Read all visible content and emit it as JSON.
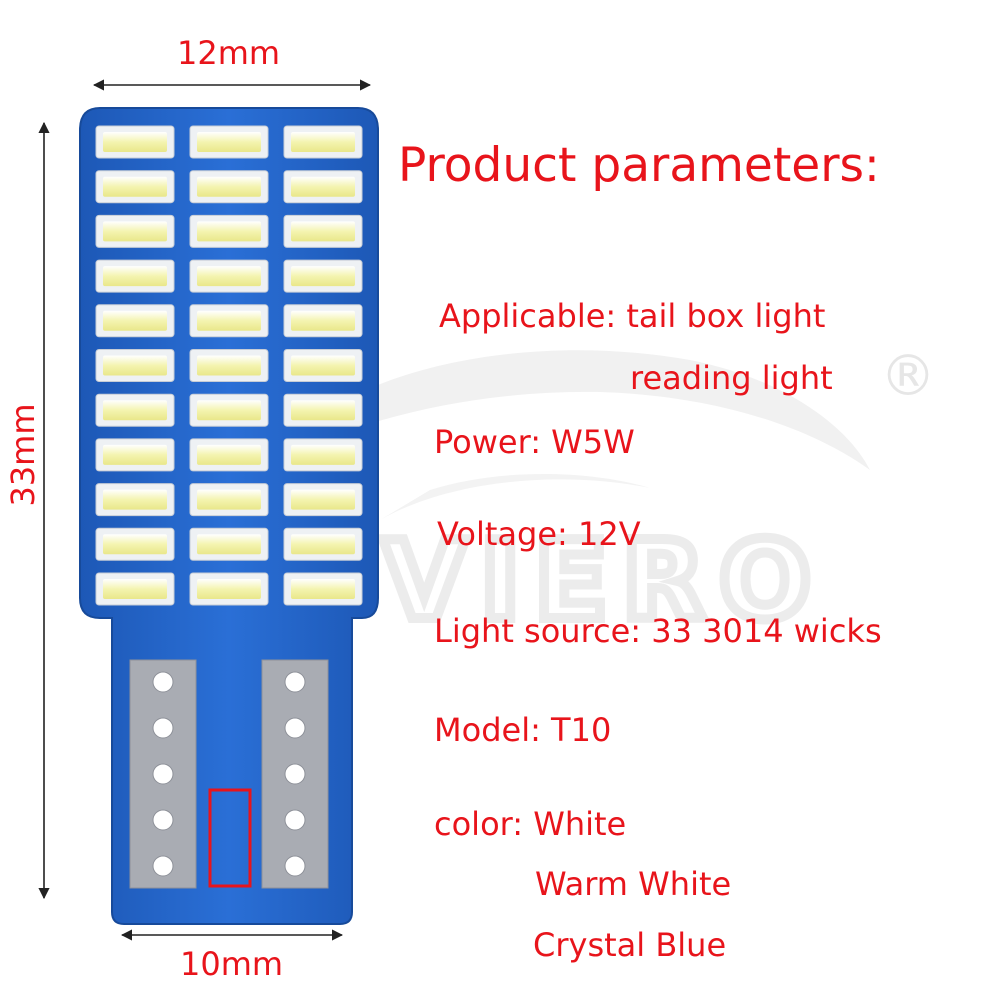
{
  "dimensions": {
    "width_label": "12mm",
    "height_label": "33mm",
    "base_label": "10mm"
  },
  "watermark": {
    "brand": "NOVIERO",
    "registered_mark": "®"
  },
  "product": {
    "heading": "Product parameters:",
    "applicable_line1": "Applicable: tail box light",
    "applicable_line2": "reading light",
    "power": "Power: W5W",
    "voltage": "Voltage: 12V",
    "light_source": "Light source: 33 3014 wicks",
    "model": "Model: T10",
    "color_line1": "color: White",
    "color_line2": "Warm White",
    "color_line3": "Crystal Blue"
  },
  "colors": {
    "text_red": "#e8141b",
    "pcb_blue": "#1e63c4",
    "led_body": "#eef1f4",
    "led_lens": "#f3f19a",
    "contact_grey": "#a9acb3"
  }
}
